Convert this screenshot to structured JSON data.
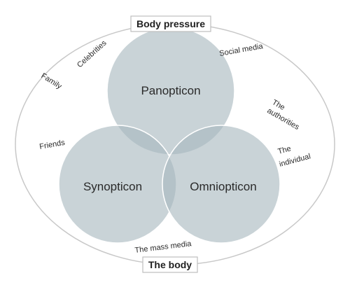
{
  "top_box": "Body pressure",
  "bottom_box": "The body",
  "circles": {
    "panopticon": "Panopticon",
    "synopticon": "Synopticon",
    "omniopticon": "Omniopticon"
  },
  "outer_labels": {
    "family": "Family",
    "celebrities": "Celebrities",
    "social_media": "Social media",
    "the_authorities_line1": "The",
    "the_authorities_line2": "authorities",
    "friends": "Friends",
    "the_individual_line1": "The",
    "the_individual_line2": "individual",
    "the_mass_media": "The mass media"
  },
  "colors": {
    "circle_fill": "#a8b8bf",
    "circle_stroke": "#ffffff",
    "outer_ellipse": "#c8c8c8",
    "box_border": "#bdbdbd"
  }
}
